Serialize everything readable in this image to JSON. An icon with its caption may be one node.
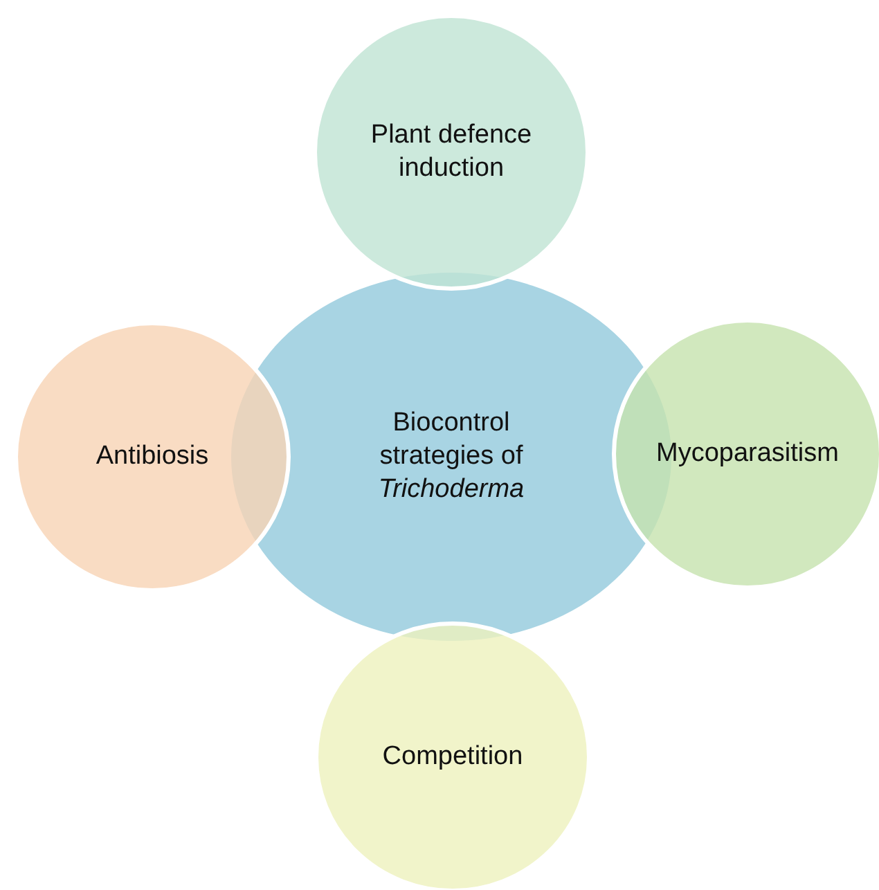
{
  "diagram": {
    "nodes": [
      {
        "text": [
          "Plant defence induction"
        ]
      },
      {
        "text": [
          "Antibiosis"
        ]
      },
      {
        "text": [
          "Biocontrol strategies of *Trichoderma*"
        ]
      },
      {
        "text": [
          "Mycoparasitism"
        ]
      },
      {
        "text": [
          "Competition"
        ]
      }
    ],
    "edges": []
  }
}
